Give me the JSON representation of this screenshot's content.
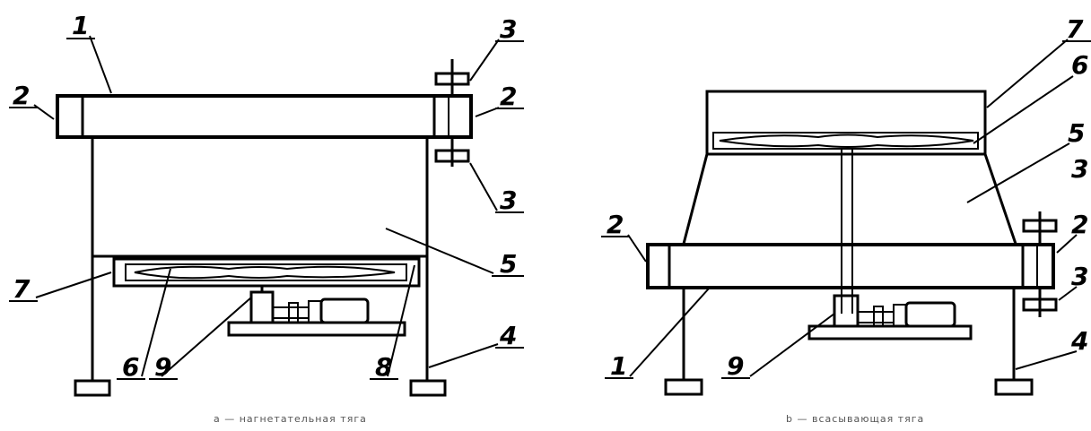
{
  "diagram_a": {
    "caption": "a — нагнетательная тяга",
    "labels": {
      "l1": "1",
      "l2_left": "2",
      "l2_right": "2",
      "l3_top": "3",
      "l3_bottom": "3",
      "l4": "4",
      "l5": "5",
      "l6": "6",
      "l7": "7",
      "l8": "8",
      "l9": "9"
    }
  },
  "diagram_b": {
    "caption": "b — всасывающая тяга",
    "labels": {
      "l1": "1",
      "l2_left": "2",
      "l2_right": "2",
      "l3_top": "3",
      "l3_bottom": "3",
      "l4": "4",
      "l5": "5",
      "l6": "6",
      "l7": "7",
      "l9": "9"
    }
  }
}
